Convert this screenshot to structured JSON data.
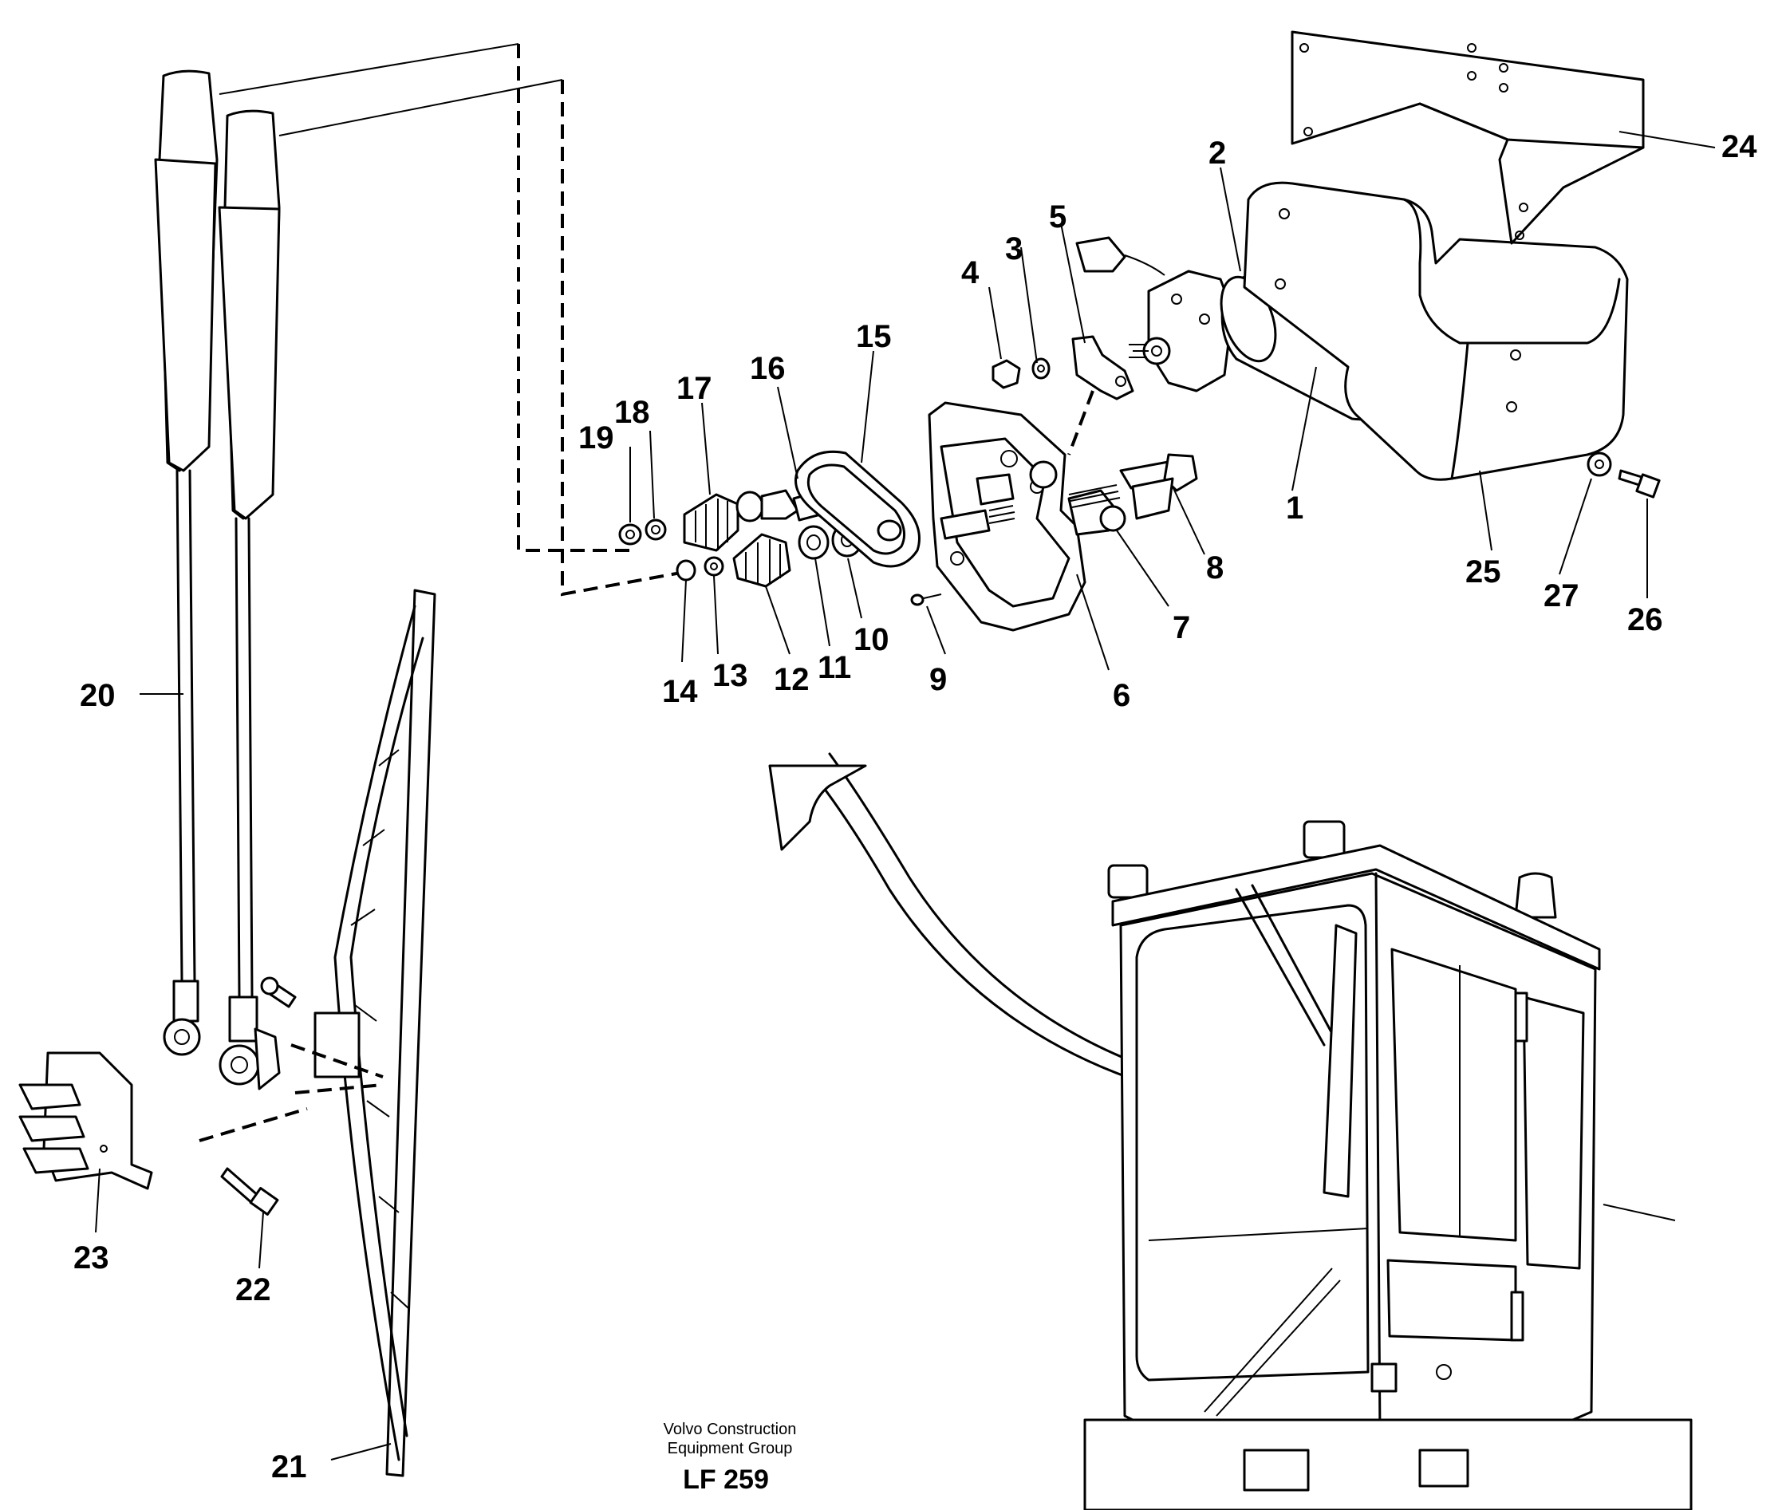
{
  "part_labels": {
    "p1": "1",
    "p2": "2",
    "p3": "3",
    "p4": "4",
    "p5": "5",
    "p6": "6",
    "p7": "7",
    "p8": "8",
    "p9": "9",
    "p10": "10",
    "p11": "11",
    "p12": "12",
    "p13": "13",
    "p14": "14",
    "p15": "15",
    "p16": "16",
    "p17": "17",
    "p18": "18",
    "p19": "19",
    "p20": "20",
    "p21": "21",
    "p22": "22",
    "p23": "23",
    "p24": "24",
    "p25": "25",
    "p26": "26",
    "p27": "27"
  },
  "footer": {
    "line1": "Volvo Construction",
    "line2": "Equipment Group",
    "code": "LF 259"
  }
}
